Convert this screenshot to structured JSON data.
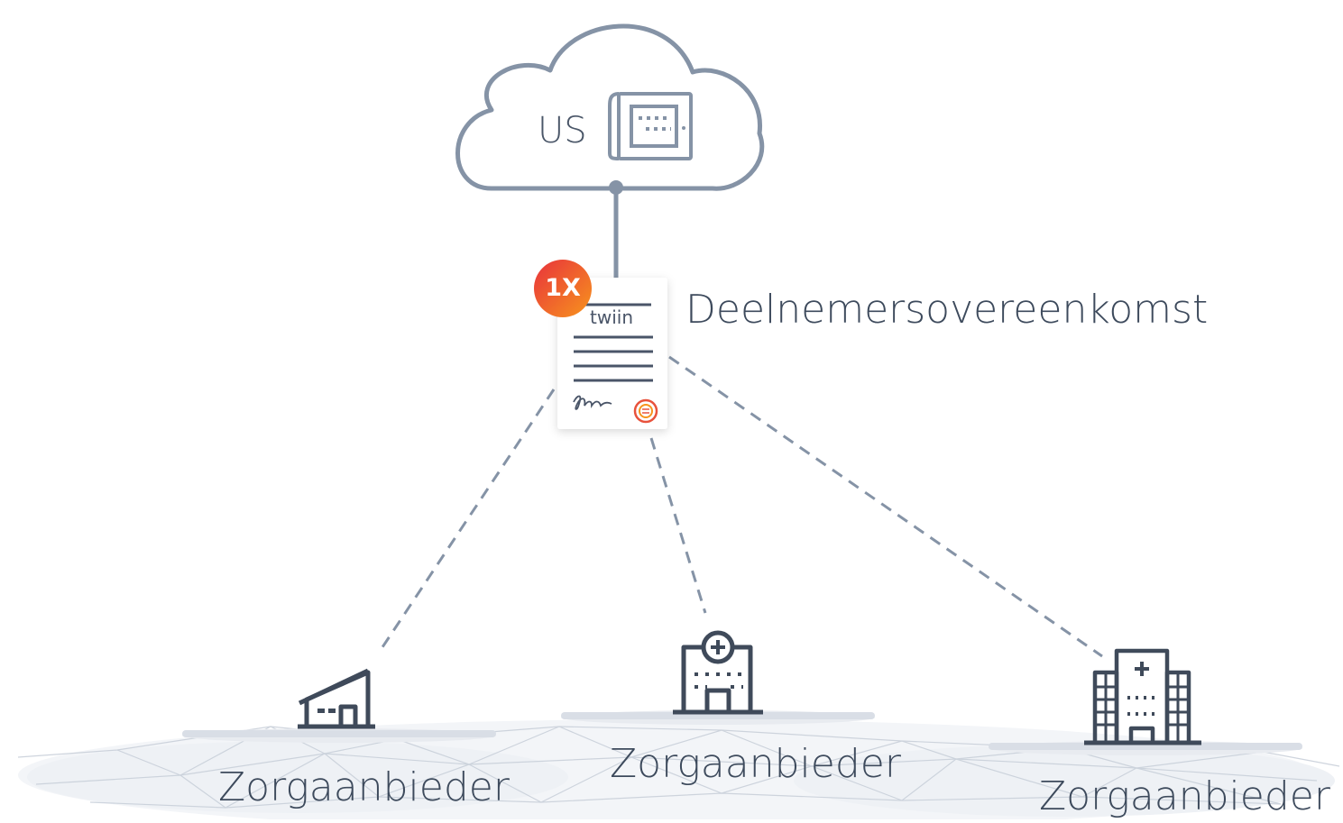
{
  "cloud": {
    "label": "US",
    "icon": "server-rack-icon"
  },
  "agreement": {
    "label": "Deelnemersovereenkomst",
    "badge": "1X",
    "logo_text": "twiin",
    "icon": "contract-document-icon"
  },
  "providers": [
    {
      "label": "Zorgaanbieder",
      "icon": "house-building-icon"
    },
    {
      "label": "Zorgaanbieder",
      "icon": "clinic-building-icon"
    },
    {
      "label": "Zorgaanbieder",
      "icon": "hospital-building-icon"
    }
  ],
  "colors": {
    "line": "#8593a6",
    "icon": "#3f4a5a",
    "cloud_stroke": "#8593a6",
    "badge_start": "#e8323c",
    "badge_end": "#f7941d",
    "platform": "#e3e7ee"
  }
}
